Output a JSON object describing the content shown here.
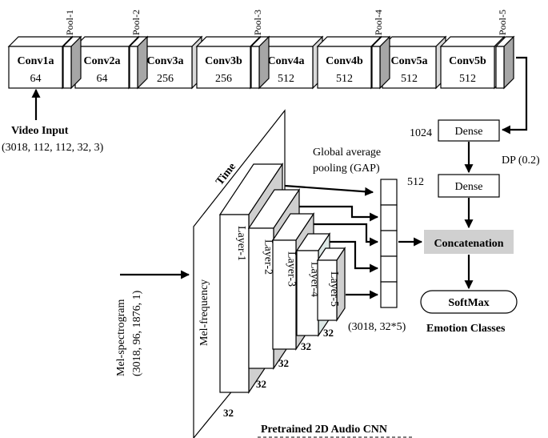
{
  "video": {
    "conv_blocks": [
      {
        "name": "Conv1a",
        "channels": "64"
      },
      {
        "name": "Conv2a",
        "channels": "64"
      },
      {
        "name": "Conv3a",
        "channels": "256"
      },
      {
        "name": "Conv3b",
        "channels": "256"
      },
      {
        "name": "Conv4a",
        "channels": "512"
      },
      {
        "name": "Conv4b",
        "channels": "512"
      },
      {
        "name": "Conv5a",
        "channels": "512"
      },
      {
        "name": "Conv5b",
        "channels": "512"
      }
    ],
    "pools": [
      "Pool-1",
      "Pool-2",
      "Pool-3",
      "Pool-4",
      "Pool-5"
    ],
    "input_label": "Video Input",
    "input_shape": "(3018, 112, 112, 32, 3)"
  },
  "dense": {
    "first_label": "Dense",
    "first_units": "1024",
    "dropout": "DP (0.2)",
    "second_label": "Dense",
    "second_units": "512"
  },
  "fusion": {
    "gap_line1": "Global average",
    "gap_line2": "pooling (GAP)",
    "concat_label": "Concatenation",
    "softmax_label": "SoftMax",
    "output_label": "Emotion Classes",
    "gap_shape": "(3018, 32*5)"
  },
  "audio": {
    "time_label": "Time",
    "freq_label": "Mel-frequency",
    "input_label": "Mel-spectrogram",
    "input_shape": "(3018, 96, 1876, 1)",
    "layers": [
      "Layer-1",
      "Layer-2",
      "Layer-3",
      "Layer-4",
      "Layer-5"
    ],
    "filters": [
      "32",
      "32",
      "32",
      "32",
      "32"
    ],
    "caption": "Pretrained 2D Audio CNN"
  }
}
